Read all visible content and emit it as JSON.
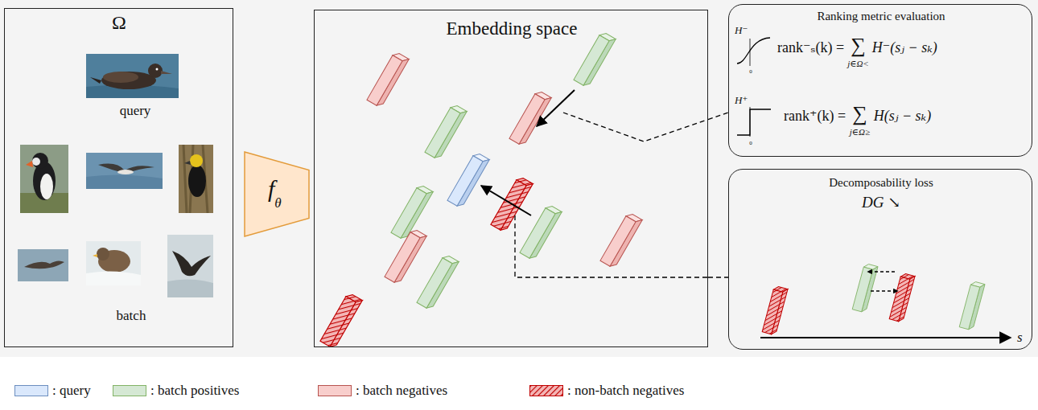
{
  "diagram": {
    "nodes": [
      {
        "text": [
          "Ω",
          "query",
          "batch"
        ]
      },
      {
        "text": [
          "f",
          "θ"
        ]
      },
      {
        "text": [
          "Embedding space"
        ]
      },
      {
        "text": [
          "Ranking metric evaluation",
          "H⁻",
          "0",
          "rank⁻ₛ(k) =",
          "∑",
          "j∈Ω<",
          "H⁻(sⱼ − sₖ)",
          "H⁺",
          "0",
          "rank⁺(k) =",
          "∑",
          "j∈Ω≥",
          "H(sⱼ − sₖ)"
        ]
      },
      {
        "text": [
          "Decomposability loss",
          "DG ↘",
          "s"
        ]
      }
    ],
    "edges": [
      {
        "from": 2,
        "to": 3,
        "arrow": "none"
      },
      {
        "from": 2,
        "to": 4,
        "arrow": "none"
      }
    ],
    "legend": [
      {
        "text": ": query",
        "color": "#dae8fc"
      },
      {
        "text": ": batch positives",
        "color": "#d5e8d4"
      },
      {
        "text": ": batch negatives",
        "color": "#f8cecc"
      },
      {
        "text": ": non-batch negatives"
      }
    ]
  }
}
